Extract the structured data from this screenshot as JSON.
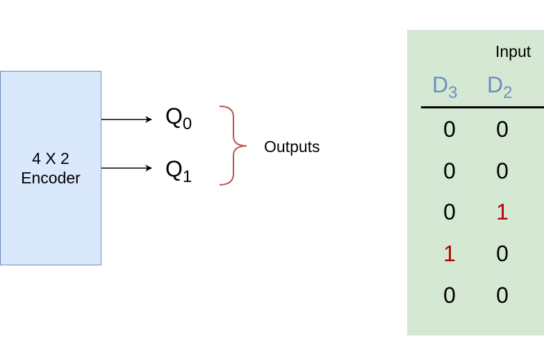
{
  "encoder": {
    "line1": "4 X 2",
    "line2": "Encoder"
  },
  "outputs": [
    {
      "letter": "Q",
      "index": "0"
    },
    {
      "letter": "Q",
      "index": "1"
    }
  ],
  "outputs_caption": "Outputs",
  "truth_table": {
    "caption": "Input",
    "columns": [
      {
        "letter": "D",
        "index": "3"
      },
      {
        "letter": "D",
        "index": "2"
      }
    ],
    "rows": [
      [
        "0",
        "0"
      ],
      [
        "0",
        "0"
      ],
      [
        "0",
        "1"
      ],
      [
        "1",
        "0"
      ],
      [
        "0",
        "0"
      ]
    ],
    "highlighted_cells": [
      [
        2,
        1
      ],
      [
        3,
        0
      ]
    ],
    "highlight_color": "#b20000",
    "header_color": "#6c8ebf"
  },
  "colors": {
    "encoder_fill": "#dae8fc",
    "encoder_stroke": "#6c8ebf",
    "brace": "#b85450",
    "table_fill": "#d5e8d4"
  }
}
